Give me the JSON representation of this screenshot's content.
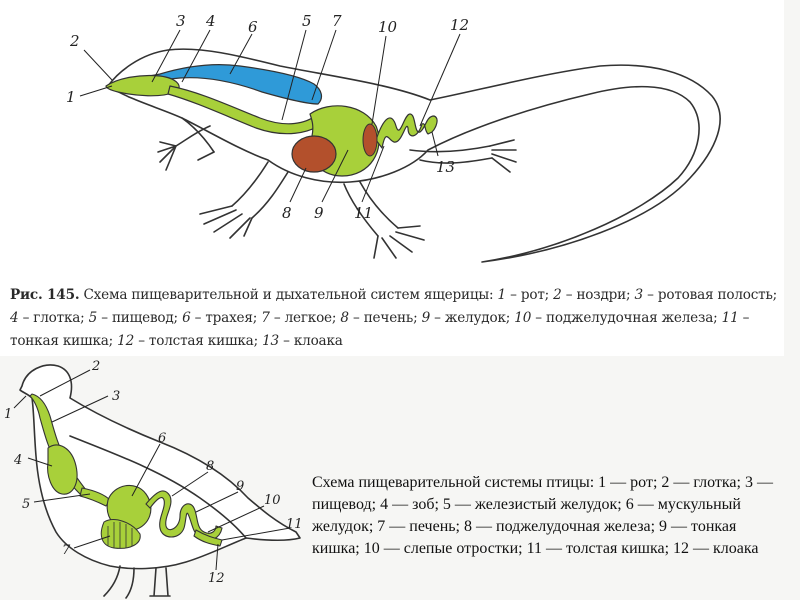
{
  "lizard": {
    "labels": {
      "n1": "1",
      "n2": "2",
      "n3": "3",
      "n4": "4",
      "n5": "5",
      "n6": "6",
      "n7": "7",
      "n8": "8",
      "n9": "9",
      "n10": "10",
      "n11": "11",
      "n12": "12",
      "n13": "13"
    },
    "caption": {
      "fig": "Рис. 145.",
      "title": " Схема пищеварительной и дыхательной систем ящерицы: ",
      "items": [
        {
          "n": "1",
          "t": " – рот; "
        },
        {
          "n": "2",
          "t": " – ноздри; "
        },
        {
          "n": "3",
          "t": " – ротовая полость; "
        },
        {
          "n": "4",
          "t": " – глотка; "
        },
        {
          "n": "5",
          "t": " – пищевод; "
        },
        {
          "n": "6",
          "t": " – трахея; "
        },
        {
          "n": "7",
          "t": " – легкое; "
        },
        {
          "n": "8",
          "t": " – печень; "
        },
        {
          "n": "9",
          "t": " – желудок; "
        },
        {
          "n": "10",
          "t": " – поджелудочная железа; "
        },
        {
          "n": "11",
          "t": " – тонкая кишка; "
        },
        {
          "n": "12",
          "t": " – толстая кишка; "
        },
        {
          "n": "13",
          "t": " – клоака"
        }
      ]
    }
  },
  "bird": {
    "labels": {
      "n1": "1",
      "n2": "2",
      "n3": "3",
      "n4": "4",
      "n5": "5",
      "n6": "6",
      "n7": "7",
      "n8": "8",
      "n9": "9",
      "n10": "10",
      "n11": "11",
      "n12": "12"
    },
    "caption": "Схема пищеварительной системы птицы: 1 — рот; 2 — глотка; 3 — пищевод; 4 — зоб; 5 — железистый желудок; 6 — мускульный желудок; 7 — печень; 8 — поджелудочная железа; 9 — тонкая кишка; 10 — слепые отростки; 11 — толстая кишка; 12 — клоака"
  },
  "colors": {
    "digestive": "#a8d03a",
    "trachea": "#2f9ad8",
    "liver": "#b3502c",
    "outline": "#333333"
  }
}
